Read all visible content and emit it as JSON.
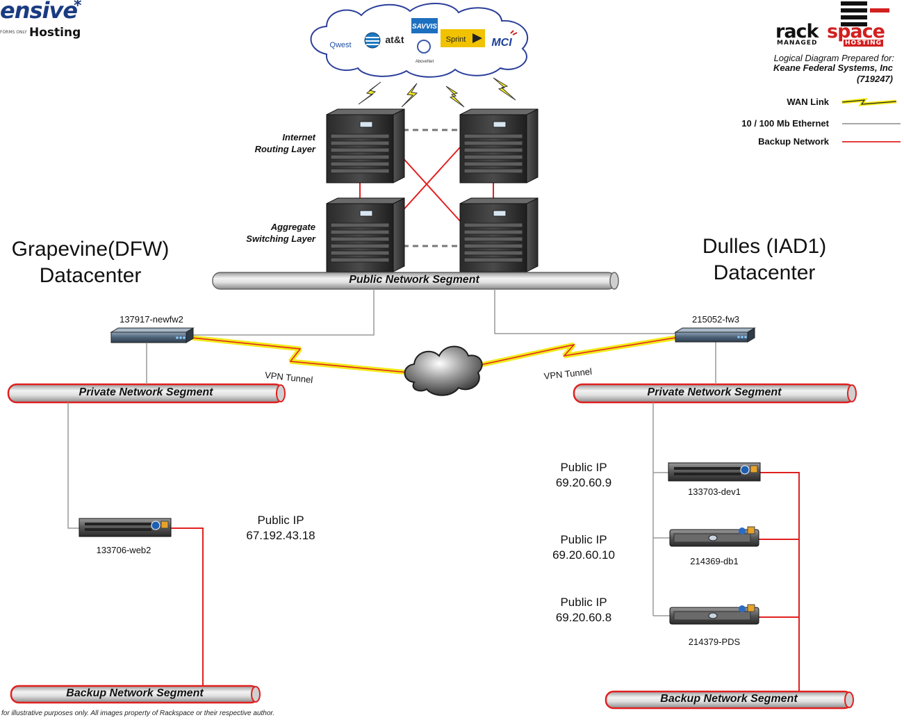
{
  "brand": {
    "left_logo_main": "ensive",
    "left_logo_star": "*",
    "left_logo_sub_small": "FORMS ONLY",
    "left_logo_sub": "Hosting",
    "right_logo_main_a": "rack",
    "right_logo_main_b": "space",
    "right_logo_sub_a": "MANAGED",
    "right_logo_sub_b": "HOSTING"
  },
  "header": {
    "prepared_for_label": "Logical Diagram Prepared for:",
    "customer_name": "Keane Federal Systems, Inc",
    "account_number": "(719247)"
  },
  "legend": {
    "items": [
      {
        "label": "WAN Link",
        "style": "lightning"
      },
      {
        "label": "10 / 100 Mb Ethernet",
        "style": "gray"
      },
      {
        "label": "Backup Network",
        "style": "red"
      }
    ]
  },
  "carriers": [
    "Qwest",
    "at&t",
    "SAVVIS",
    "AboveNet",
    "Sprint",
    "MCI"
  ],
  "layers": {
    "routing_line1": "Internet",
    "routing_line2": "Routing Layer",
    "switching_line1": "Aggregate",
    "switching_line2": "Switching Layer"
  },
  "datacenters": {
    "left_line1": "Grapevine(DFW)",
    "left_line2": "Datacenter",
    "right_line1": "Dulles (IAD1)",
    "right_line2": "Datacenter"
  },
  "segments": {
    "public": "Public Network Segment",
    "private_left": "Private Network Segment",
    "private_right": "Private Network Segment",
    "backup_left": "Backup Network Segment",
    "backup_right": "Backup Network Segment"
  },
  "firewalls": {
    "left": "137917-newfw2",
    "right": "215052-fw3"
  },
  "vpn": {
    "left_label": "VPN Tunnel",
    "right_label": "VPN Tunnel"
  },
  "servers": [
    {
      "name": "133706-web2",
      "ip_label": "Public IP",
      "ip": "67.192.43.18"
    },
    {
      "name": "133703-dev1",
      "ip_label": "Public IP",
      "ip": "69.20.60.9"
    },
    {
      "name": "214369-db1",
      "ip_label": "Public IP",
      "ip": "69.20.60.10"
    },
    {
      "name": "214379-PDS",
      "ip_label": "Public IP",
      "ip": "69.20.60.8"
    }
  ],
  "footer": "for illustrative purposes only. All images property of Rackspace or their respective author."
}
